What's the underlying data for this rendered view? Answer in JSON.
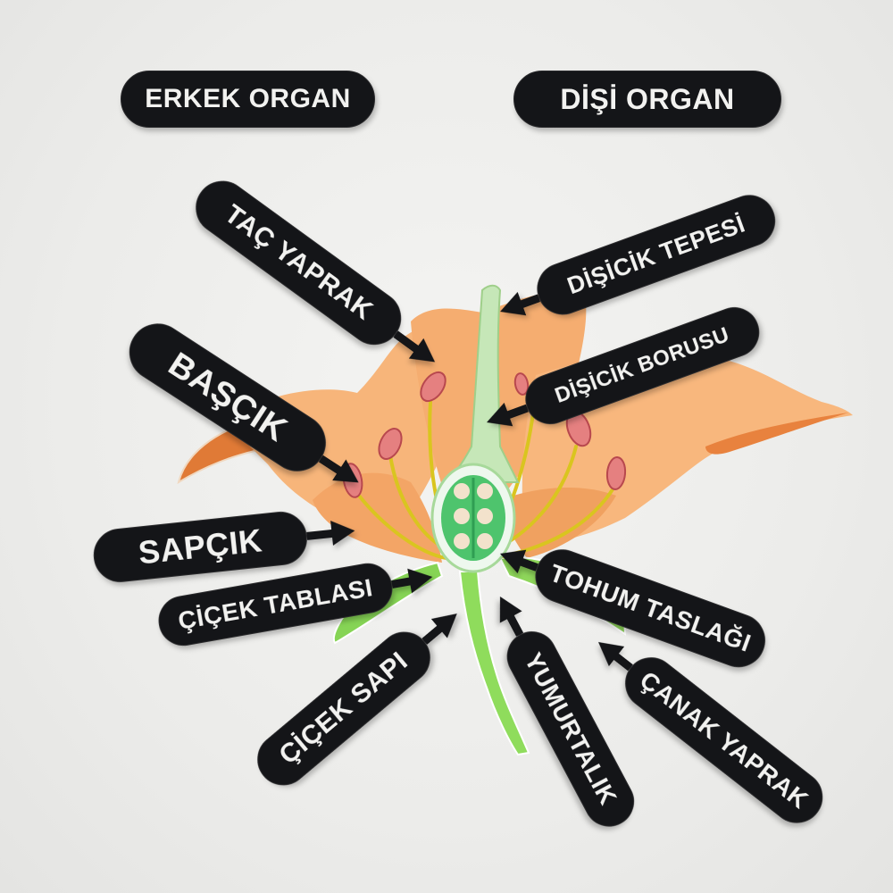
{
  "diagram": {
    "subject": "Flower anatomy board (Turkish labels)",
    "colors": {
      "background": "#ececea",
      "label_bg": "#141518",
      "label_text": "#f2f2f0",
      "petal": "#f5b072",
      "petal_dark": "#e8823e",
      "stem": "#7fd14c",
      "ovary": "#49c46a",
      "ovule": "#f3e2cc",
      "anther": "#e07a7a",
      "filament": "#d8c423"
    },
    "headers": {
      "male_organ": "ERKEK ORGAN",
      "female_organ": "DİŞİ ORGAN"
    },
    "labels": {
      "petal": "TAÇ YAPRAK",
      "stigma": "DİŞİCİK TEPESİ",
      "anther": "BAŞÇIK",
      "style": "DİŞİCİK BORUSU",
      "filament": "SAPÇIK",
      "receptacle": "ÇİÇEK TABLASI",
      "ovule": "TOHUM TASLAĞI",
      "stalk": "ÇİÇEK SAPI",
      "ovary": "YUMURTALIK",
      "sepal": "ÇANAK YAPRAK"
    },
    "icons": {
      "arrow": "arrow-pointer-icon",
      "flower": "flower-illustration"
    }
  }
}
